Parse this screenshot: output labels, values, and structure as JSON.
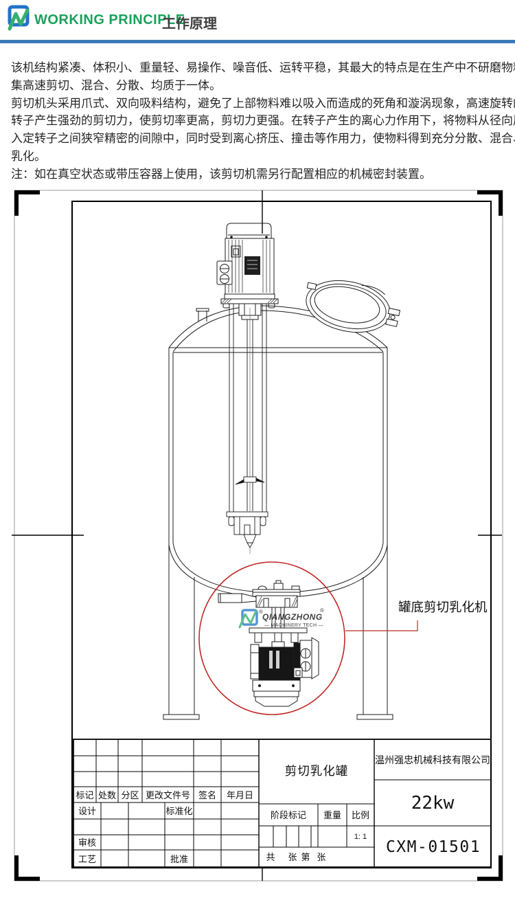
{
  "header": {
    "title_en": "WORKING PRINCIPLE",
    "title_zh": "工作原理",
    "accent_color": "#3c79b8",
    "title_en_color": "#1aa15b"
  },
  "description": {
    "lines": [
      "该机结构紧凑、体积小、重量轻、易操作、噪音低、运转平稳，其最大的特点是在生产中不研磨物料，",
      "集高速剪切、混合、分散、均质于一体。",
      "剪切机头采用爪式、双向吸料结构，避免了上部物料难以吸入而造成的死角和漩涡现象，高速旋转的",
      "转子产生强劲的剪切力，使剪切率更高，剪切力更强。在转子产生的离心力作用下，将物料从径向甩",
      "入定转子之间狭窄精密的间隙中，同时受到离心挤压、撞击等作用力，使物料得到充分分散、混合、",
      "乳化。",
      "注：如在真空状态或带压容器上使用，该剪切机需另行配置相应的机械密封装置。"
    ]
  },
  "drawing": {
    "callout": "罐底剪切乳化机",
    "highlight_color": "#bf2724",
    "watermark": {
      "reg_left": "®",
      "brand": "QIANGZHONG",
      "reg_right": "®",
      "subtitle": "— MACHINERY TECH —"
    }
  },
  "title_block": {
    "rev_headers": [
      "标记",
      "处数",
      "分区",
      "更改文件号",
      "签名",
      "年月日"
    ],
    "design": "设计",
    "standardize": "标准化",
    "check": "审核",
    "process": "工艺",
    "approve": "批准",
    "drawing_title": "剪切乳化罐",
    "stage": "阶段标记",
    "weight": "重量",
    "scale": "比例",
    "scale_value": "1: 1",
    "sheet": [
      "共",
      "张",
      "第",
      "张"
    ],
    "company": "温州强忠机械科技有限公司",
    "power": "22kw",
    "model": "CXM-01501"
  }
}
